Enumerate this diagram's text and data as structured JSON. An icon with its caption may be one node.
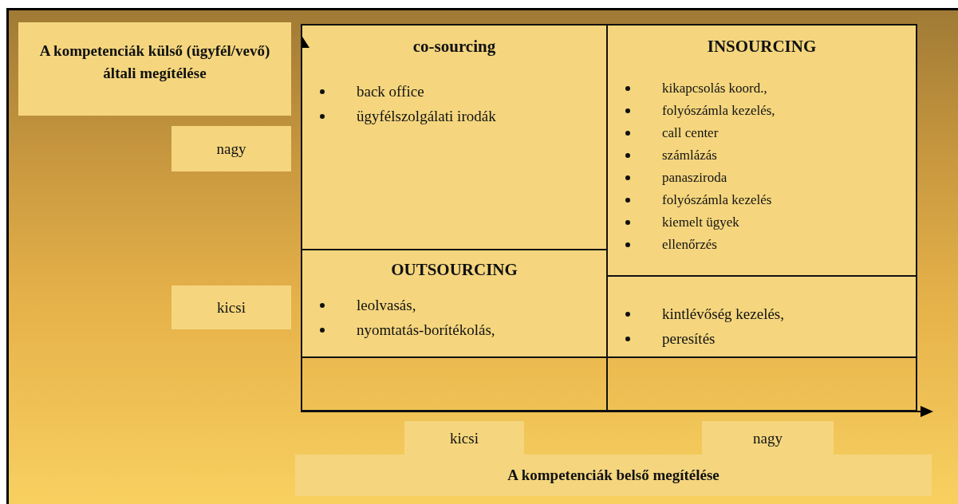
{
  "diagram": {
    "nodes": [
      {
        "text": [
          "A kompetenciák külső (ügyfél/vevő) általi megítélése"
        ]
      },
      {
        "text": [
          "nagy"
        ]
      },
      {
        "text": [
          "kicsi"
        ]
      },
      {
        "text": [
          "co-sourcing",
          "back office",
          "ügyfélszolgálati irodák"
        ]
      },
      {
        "text": [
          "INSOURCING",
          "kikapcsolás koord.,",
          "folyószámla kezelés,",
          "call center",
          "számlázás",
          "panasziroda",
          "folyószámla kezelés",
          "kiemelt ügyek",
          "ellenőrzés"
        ]
      },
      {
        "text": [
          "OUTSOURCING",
          "leolvasás,",
          "nyomtatás-borítékolás,"
        ]
      },
      {
        "text": [
          "kintlévőség kezelés,",
          "peresítés"
        ]
      },
      {
        "text": [],
        "shape": "box"
      },
      {
        "text": [],
        "shape": "box"
      },
      {
        "text": [
          "kicsi"
        ]
      },
      {
        "text": [
          "nagy"
        ]
      },
      {
        "text": [
          "A kompetenciák belső megítélése"
        ]
      }
    ],
    "edges": []
  }
}
